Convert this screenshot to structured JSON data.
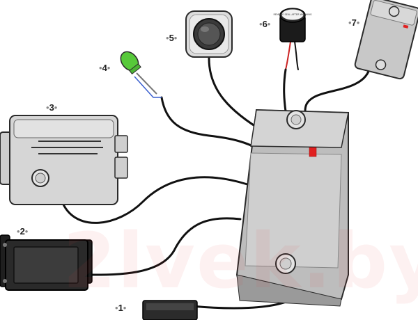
{
  "labels": {
    "l1": "1",
    "l2": "2",
    "l3": "3",
    "l4": "4",
    "l5": "5",
    "l6": "6",
    "l7": "7"
  },
  "watermark": "2lvek.by",
  "buzzer_text": "REMOVE SEAL AFTER WASHING",
  "colors": {
    "outline": "#2a2a2a",
    "body_grey": "#c9c9c9",
    "body_light": "#dedede",
    "indicator_red": "#e02020",
    "led_green": "#57c93a",
    "wire": "#111111"
  }
}
